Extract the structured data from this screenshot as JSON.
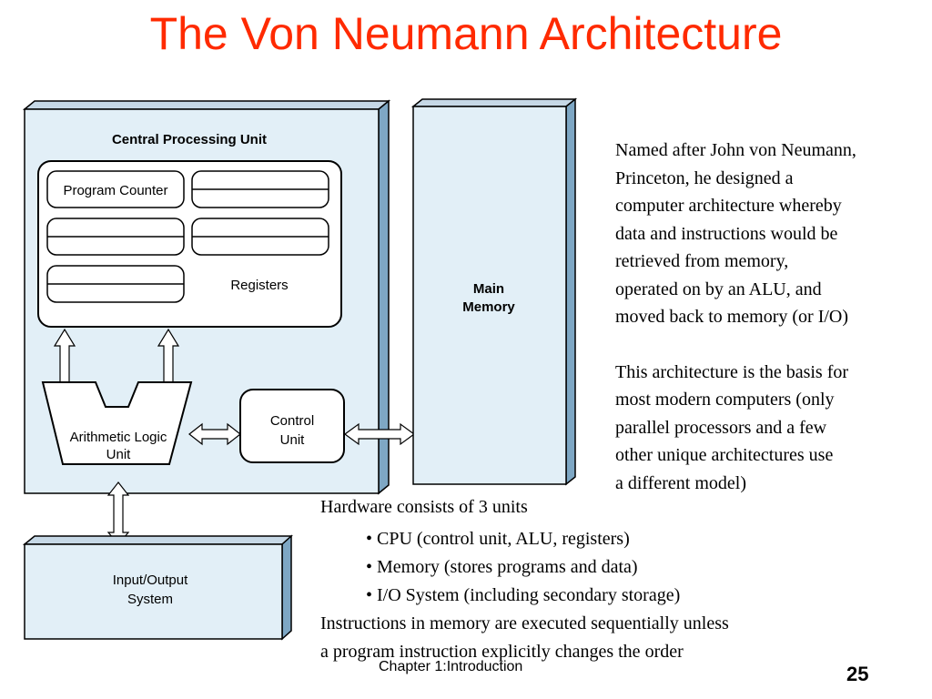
{
  "slide": {
    "title": "The Von Neumann Architecture",
    "footer": "Chapter 1:Introduction",
    "page_number": "25"
  },
  "diagram": {
    "cpu_label": "Central Processing Unit",
    "program_counter": "Program Counter",
    "registers": "Registers",
    "alu_line1": "Arithmetic Logic",
    "alu_line2": "Unit",
    "control_line1": "Control",
    "control_line2": "Unit",
    "memory_line1": "Main",
    "memory_line2": "Memory",
    "io_line1": "Input/Output",
    "io_line2": "System"
  },
  "side_text": [
    "Named after John von Neumann,",
    "Princeton, he designed a",
    "computer architecture whereby",
    "data and instructions would be",
    "retrieved from memory,",
    "operated on by an ALU, and",
    "moved back to memory (or I/O)",
    "This architecture is the basis for",
    "most modern computers (only",
    "parallel processors and a few",
    "other unique architectures use",
    "a different model)"
  ],
  "body_text": {
    "hardware": "Hardware consists of 3 units",
    "bullet_cpu": "• CPU (control unit, ALU, registers)",
    "bullet_memory": "• Memory (stores programs and data)",
    "bullet_io": "• I/O System (including secondary storage)",
    "instr_line1": "Instructions in memory are executed sequentially unless",
    "instr_line2": "a program instruction explicitly changes the order"
  }
}
